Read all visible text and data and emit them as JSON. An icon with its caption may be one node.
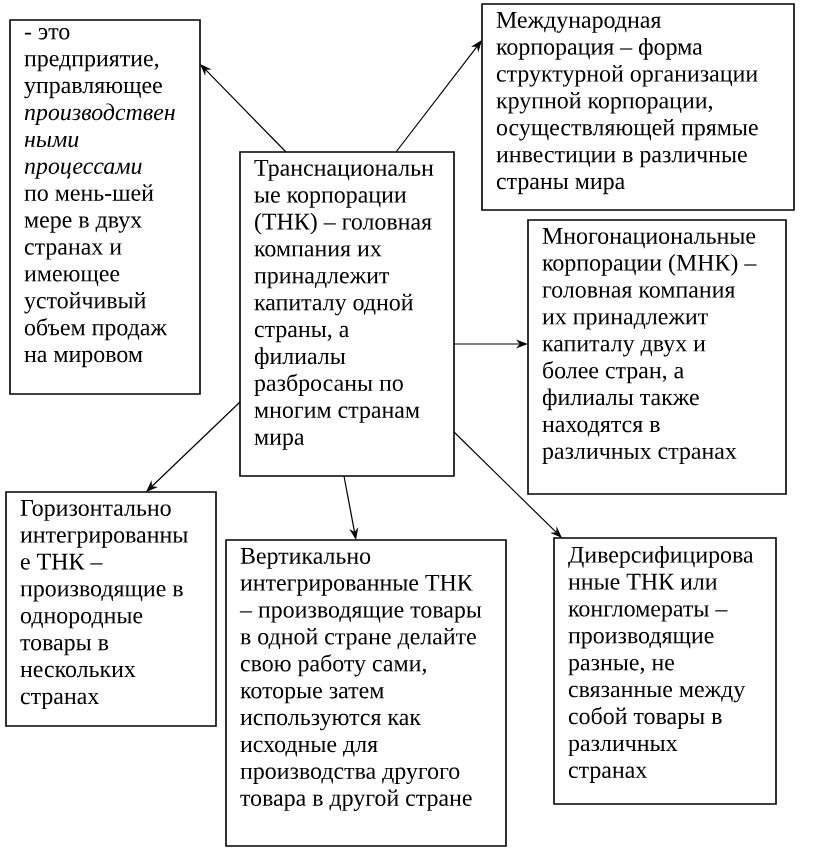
{
  "diagram": {
    "nodes": [
      {
        "text": [
          "Транснациональн ые корпорации (ТНК) – головная компания их принадлежит капиталу одной страны, а филиалы разбросаны по многим странам мира"
        ]
      },
      {
        "text": [
          "- это предприятие, управляющее *производствен ными процессами* по мень-шей мере в двух странах и имеющее устойчивый объем продаж на мировом"
        ]
      },
      {
        "text": [
          "Международная корпорация – форма структурной организации крупной корпорации, осуществляющей прямые инвестиции в различные страны мира"
        ]
      },
      {
        "text": [
          "Многонациональные корпорации (МНК) – головная компания их принадлежит капиталу двух и более стран, а филиалы также находятся в различных странах"
        ]
      },
      {
        "text": [
          "Горизонтально интегрированны е ТНК – производящие в однородные товары в нескольких странах"
        ]
      },
      {
        "text": [
          "Вертикально интегрированные ТНК – производящие товары в одной стране делайте свою работу сами, которые затем используются как исходные для производства другого товара в другой стране"
        ]
      },
      {
        "text": [
          "Диверсифицирова нные ТНК или конгломераты – производящие разные, не связанные между собой товары в различных странах"
        ]
      }
    ],
    "edges": [
      {
        "from": 0,
        "to": 1,
        "arrow": "to"
      },
      {
        "from": 0,
        "to": 2,
        "arrow": "to"
      },
      {
        "from": 0,
        "to": 3,
        "arrow": "to"
      },
      {
        "from": 0,
        "to": 4,
        "arrow": "to"
      },
      {
        "from": 0,
        "to": 5,
        "arrow": "to"
      },
      {
        "from": 0,
        "to": 6,
        "arrow": "to"
      }
    ]
  }
}
